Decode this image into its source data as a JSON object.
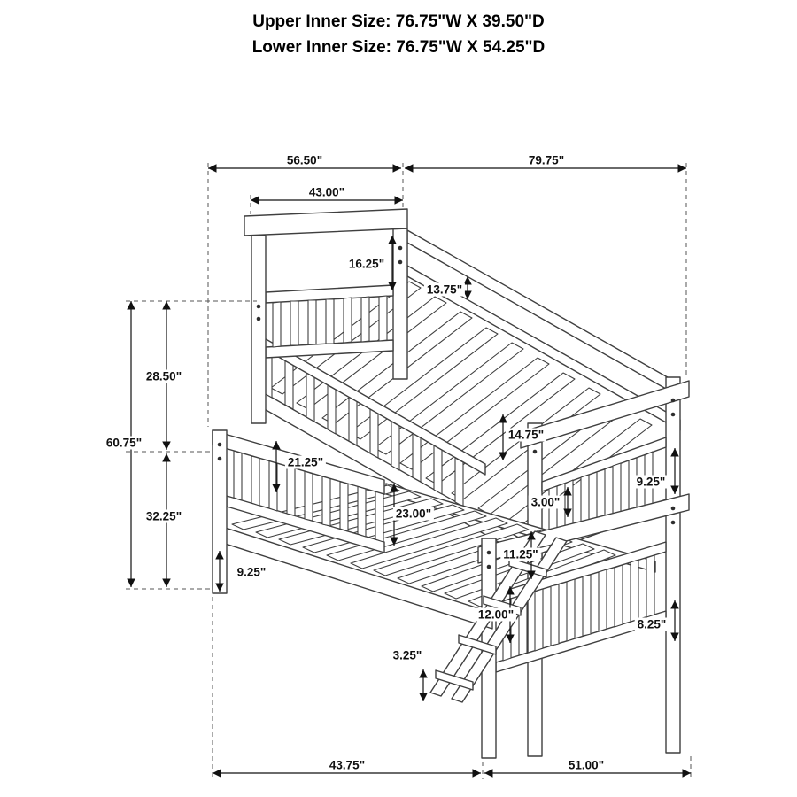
{
  "title": {
    "line1": "Upper Inner Size: 76.75\"W X 39.50\"D",
    "line2": "Lower Inner Size: 76.75\"W X 54.25\"D"
  },
  "dims": {
    "top_left": "56.50\"",
    "top_right": "79.75\"",
    "headboard_top": "43.00\"",
    "gap_16": "16.25\"",
    "gap_13": "13.75\"",
    "height_28": "28.50\"",
    "height_60": "60.75\"",
    "height_32": "32.25\"",
    "panel_21": "21.25\"",
    "rail_14": "14.75\"",
    "clearance_23": "23.00\"",
    "gap_3": "3.00\"",
    "panel_9_right": "9.25\"",
    "gap_11": "11.25\"",
    "leg_9_left": "9.25\"",
    "rung_12": "12.00\"",
    "panel_8": "8.25\"",
    "gap_3_25": "3.25\"",
    "bottom_left": "43.75\"",
    "bottom_right": "51.00\""
  }
}
